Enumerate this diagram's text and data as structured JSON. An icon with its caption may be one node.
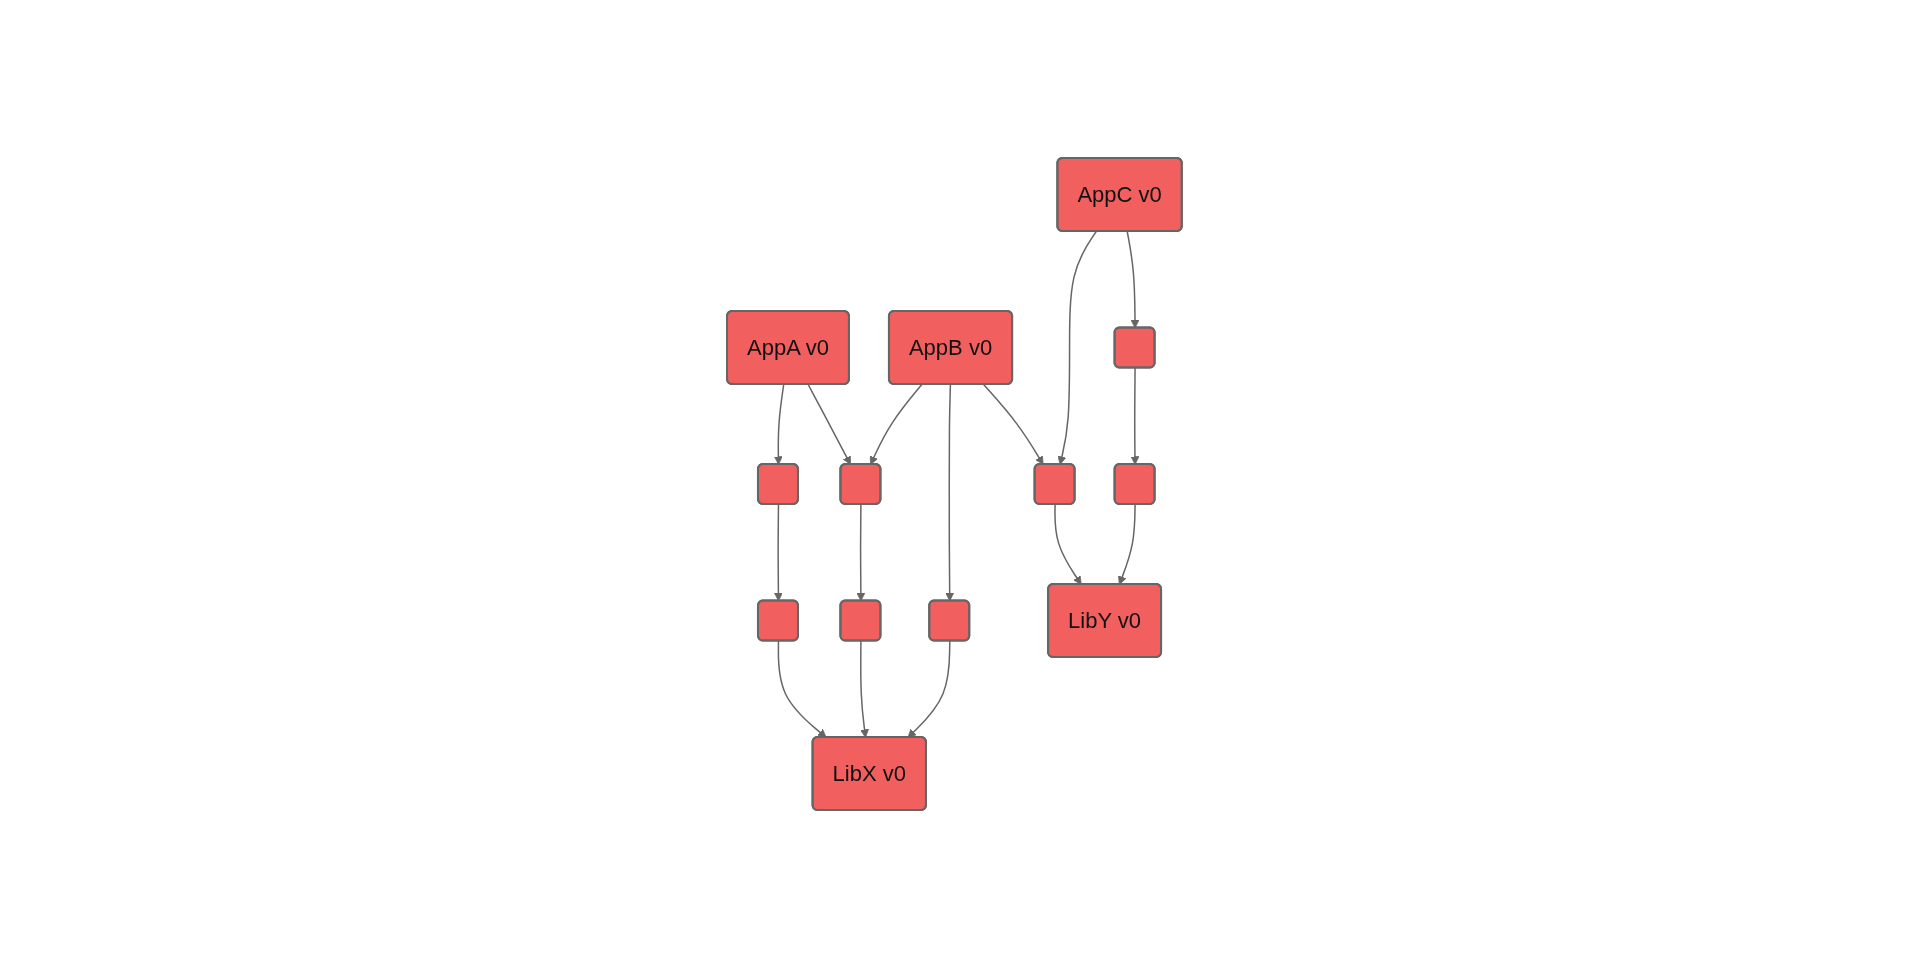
{
  "diagram": {
    "nodes": [
      {
        "text": [
          "AppA v0"
        ]
      },
      {
        "text": [
          "AppB v0"
        ]
      },
      {
        "text": [
          "AppC v0"
        ]
      },
      {
        "text": [],
        "shape": "box"
      },
      {
        "text": [],
        "shape": "box"
      },
      {
        "text": [],
        "shape": "box"
      },
      {
        "text": [],
        "shape": "box"
      },
      {
        "text": [],
        "shape": "box"
      },
      {
        "text": [],
        "shape": "box"
      },
      {
        "text": [],
        "shape": "box"
      },
      {
        "text": [],
        "shape": "box"
      },
      {
        "text": [
          "LibX v0"
        ]
      },
      {
        "text": [
          "LibY v0"
        ]
      }
    ],
    "edges": [
      {
        "from": 0,
        "to": 3,
        "arrow": "to"
      },
      {
        "from": 0,
        "to": 4,
        "arrow": "to"
      },
      {
        "from": 1,
        "to": 4,
        "arrow": "to"
      },
      {
        "from": 1,
        "to": 9,
        "arrow": "to"
      },
      {
        "from": 1,
        "to": 5,
        "arrow": "to"
      },
      {
        "from": 2,
        "to": 5,
        "arrow": "to"
      },
      {
        "from": 2,
        "to": 6,
        "arrow": "to"
      },
      {
        "from": 3,
        "to": 7,
        "arrow": "to"
      },
      {
        "from": 4,
        "to": 8,
        "arrow": "to"
      },
      {
        "from": 5,
        "to": 12,
        "arrow": "to"
      },
      {
        "from": 6,
        "to": 10,
        "arrow": "to"
      },
      {
        "from": 7,
        "to": 11,
        "arrow": "to"
      },
      {
        "from": 8,
        "to": 11,
        "arrow": "to"
      },
      {
        "from": 9,
        "to": 11,
        "arrow": "to"
      },
      {
        "from": 10,
        "to": 12,
        "arrow": "to"
      }
    ]
  }
}
